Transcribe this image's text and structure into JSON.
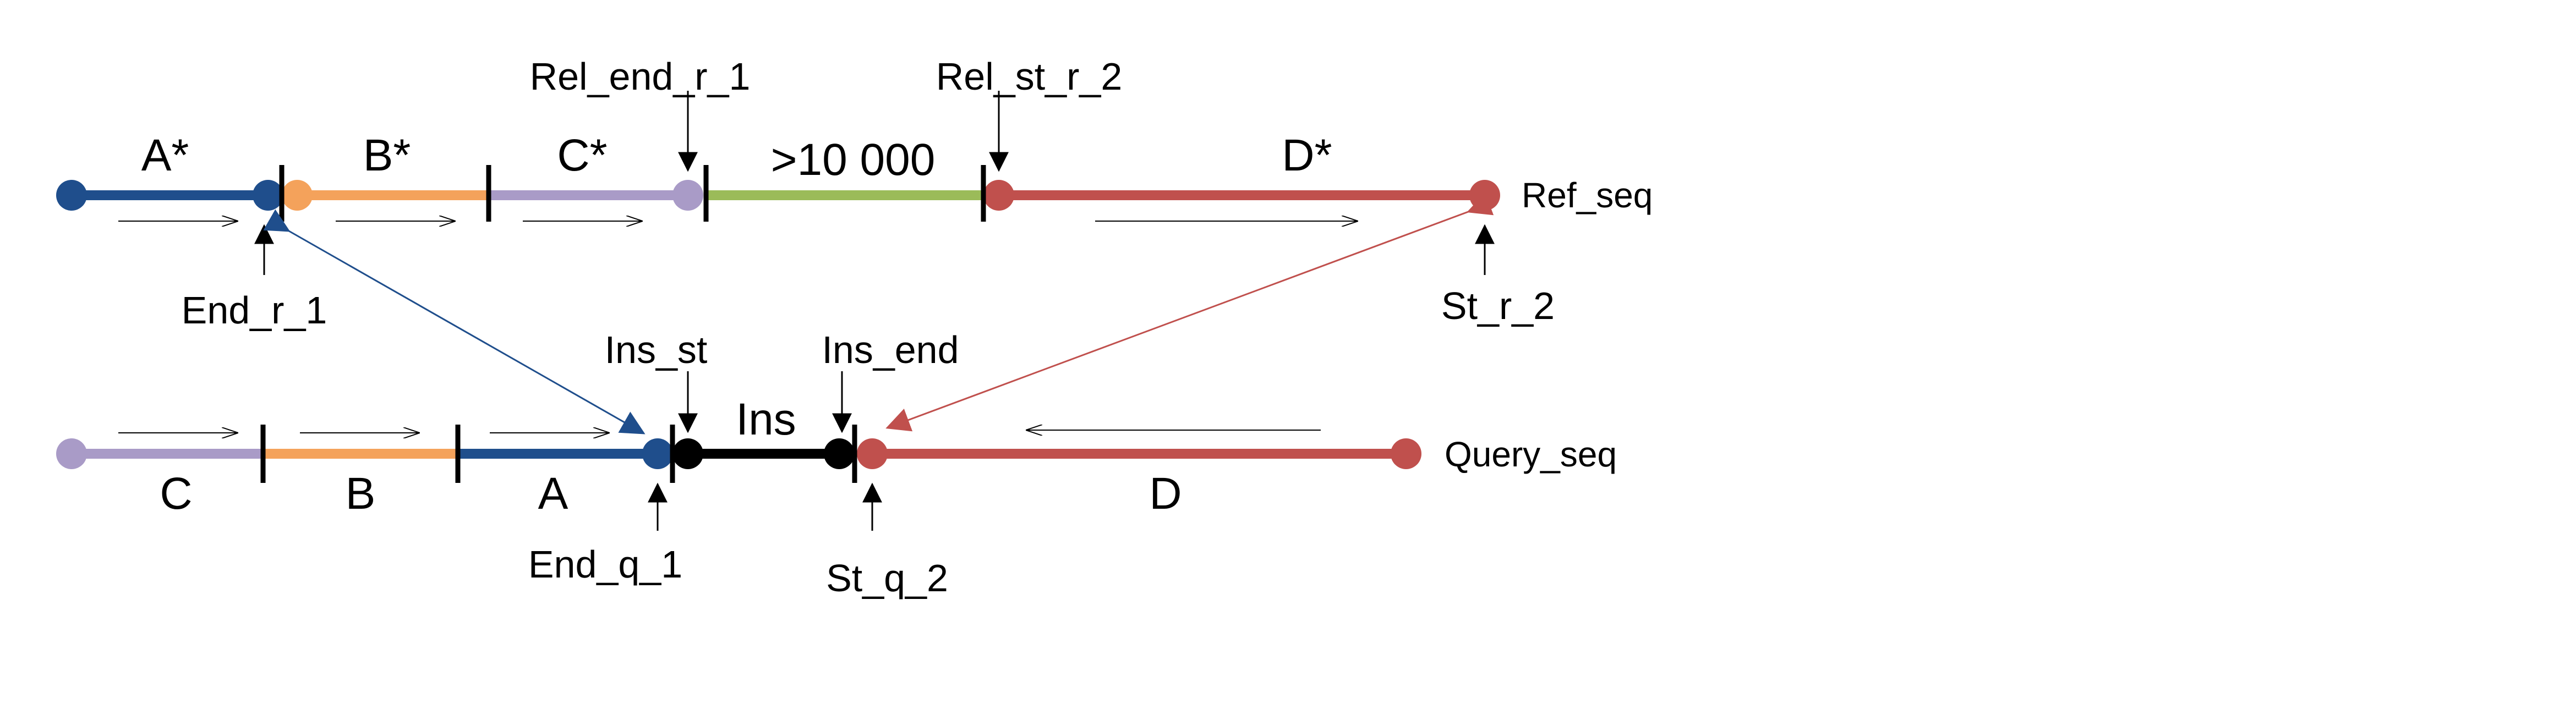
{
  "reference": {
    "name": "Ref_seq",
    "segments": [
      {
        "label": "A*",
        "color": "#1f4e8c"
      },
      {
        "label": "B*",
        "color": "#f4a25b"
      },
      {
        "label": "C*",
        "color": "#a99bc7"
      },
      {
        "label": ">10 000",
        "color": "#9bbb59"
      },
      {
        "label": "D*",
        "color": "#c0504d"
      }
    ],
    "pointers": {
      "end_r_1": "End_r_1",
      "rel_end_r_1": "Rel_end_r_1",
      "rel_st_r_2": "Rel_st_r_2",
      "st_r_2": "St_r_2"
    }
  },
  "query": {
    "name": "Query_seq",
    "segments": [
      {
        "label": "C",
        "color": "#a99bc7"
      },
      {
        "label": "B",
        "color": "#f4a25b"
      },
      {
        "label": "A",
        "color": "#1f4e8c"
      },
      {
        "label": "Ins",
        "color": "#000000"
      },
      {
        "label": "D",
        "color": "#c0504d"
      }
    ],
    "pointers": {
      "end_q_1": "End_q_1",
      "ins_st": "Ins_st",
      "ins_end": "Ins_end",
      "st_q_2": "St_q_2"
    }
  },
  "links": [
    {
      "from": "End_r_1",
      "to": "End_q_1",
      "color": "#1f4e8c"
    },
    {
      "from": "St_r_2",
      "to": "St_q_2",
      "color": "#c0504d"
    }
  ]
}
